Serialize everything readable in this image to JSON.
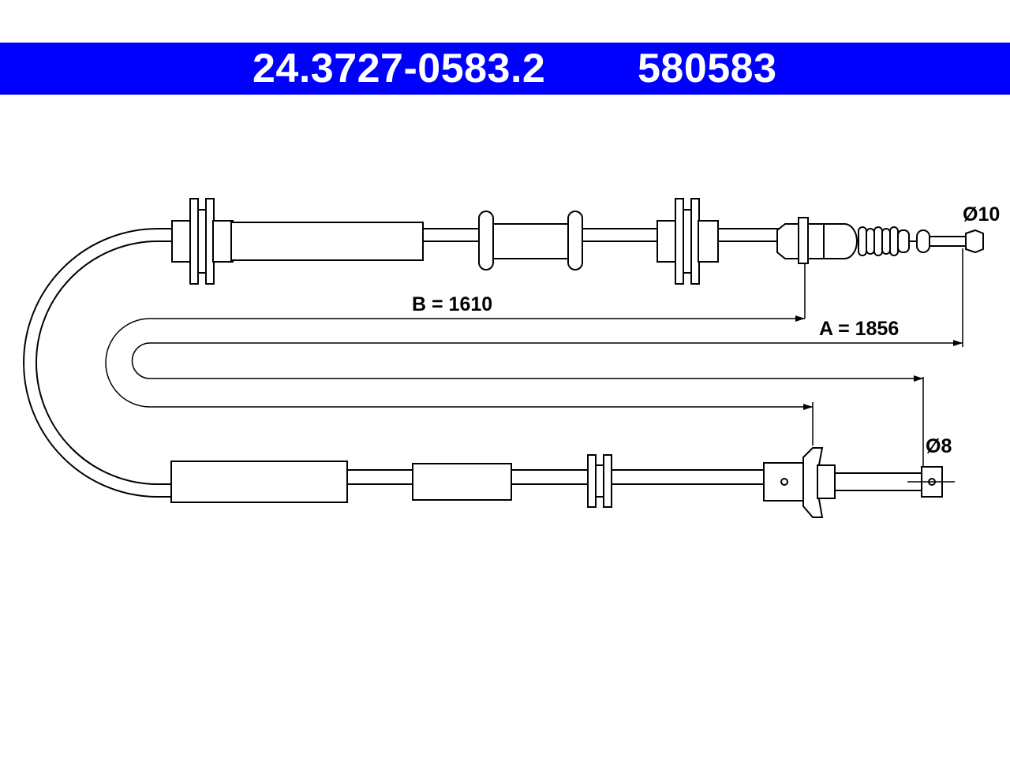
{
  "header": {
    "part_number": "24.3727-0583.2",
    "reference_number": "580583",
    "background_color": "#0000ff",
    "text_color": "#ffffff"
  },
  "dimensions": {
    "a_label": "A = 1856",
    "b_label": "B = 1610",
    "diameter_top": "Ø10",
    "diameter_bottom": "Ø8"
  }
}
